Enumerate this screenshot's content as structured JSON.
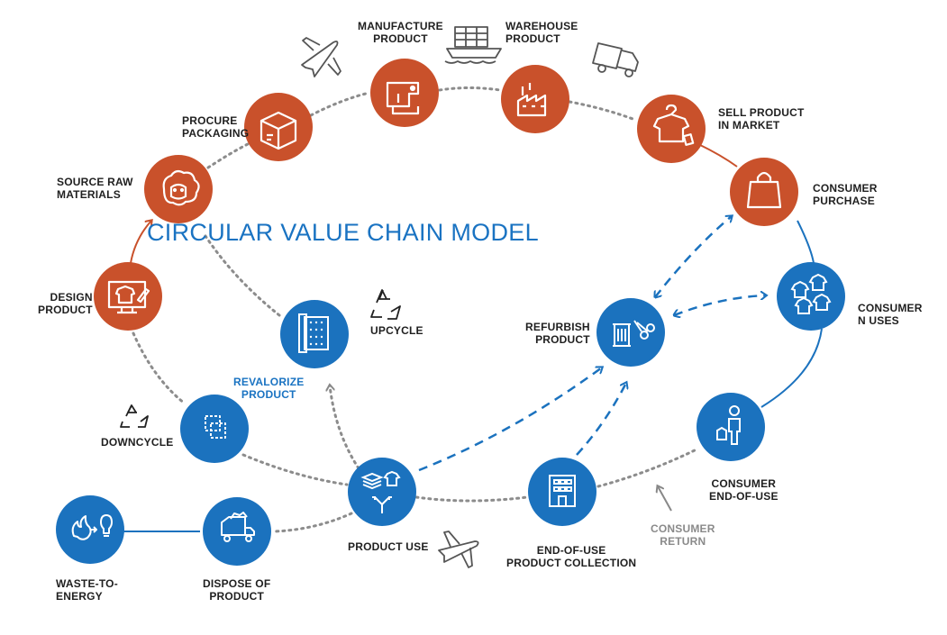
{
  "title": "CIRCULAR VALUE CHAIN MODEL",
  "colors": {
    "orange": "#c9512b",
    "blue": "#1b72be",
    "dot": "#8c8c8c",
    "icon_outline": "#555555"
  },
  "nodes": {
    "source": {
      "line1": "SOURCE RAW",
      "line2": "MATERIALS",
      "icon": "sheep-icon"
    },
    "procure": {
      "line1": "PROCURE",
      "line2": "PACKAGING",
      "icon": "box-icon"
    },
    "manufacture": {
      "line1": "MANUFACTURE",
      "line2": "PRODUCT",
      "icon": "sewing-machine-icon"
    },
    "warehouse": {
      "line1": "WAREHOUSE",
      "line2": "PRODUCT",
      "icon": "factory-icon"
    },
    "sell": {
      "line1": "SELL PRODUCT",
      "line2": "IN MARKET",
      "icon": "shirt-hanger-icon"
    },
    "purchase": {
      "line1": "CONSUMER",
      "line2": "PURCHASE",
      "icon": "shopping-bag-icon"
    },
    "nuses": {
      "line1": "CONSUMER",
      "line2": "N USES",
      "icon": "shirts-icon"
    },
    "endofuse": {
      "line1": "CONSUMER",
      "line2": "END-OF-USE",
      "icon": "person-icon"
    },
    "collection": {
      "line1": "END-OF-USE",
      "line2": "PRODUCT COLLECTION",
      "icon": "building-icon"
    },
    "productuse": {
      "line1": "PRODUCT USE",
      "icon": "product-use-icon"
    },
    "dispose": {
      "line1": "DISPOSE OF",
      "line2": "PRODUCT",
      "icon": "dump-truck-icon"
    },
    "waste": {
      "line1": "WASTE-TO-",
      "line2": "ENERGY",
      "icon": "flame-bulb-icon"
    },
    "downcycle": {
      "line1": "DOWNCYCLE",
      "icon": "fabric-icon"
    },
    "upcycle": {
      "line1": "UPCYCLE",
      "icon": "fabric-roll-icon"
    },
    "revalorize": {
      "line1": "REVALORIZE",
      "line2": "PRODUCT"
    },
    "refurbish": {
      "line1": "REFURBISH",
      "line2": "PRODUCT",
      "icon": "spool-scissors-icon"
    },
    "design": {
      "line1": "DESIGN",
      "line2": "PRODUCT",
      "icon": "monitor-shirt-icon"
    },
    "return": {
      "line1": "CONSUMER",
      "line2": "RETURN"
    }
  }
}
